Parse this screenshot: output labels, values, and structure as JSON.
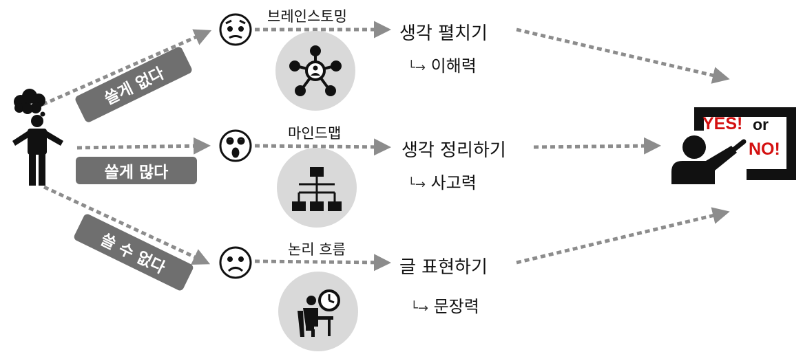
{
  "situations": [
    {
      "label": "쓸게 없다",
      "method": "브레인스토밍",
      "action": "생각 펼치기",
      "skill": "이해력",
      "face": "worried"
    },
    {
      "label": "쓸게 많다",
      "method": "마인드맵",
      "action": "생각 정리하기",
      "skill": "사고력",
      "face": "surprised"
    },
    {
      "label": "쓸 수 없다",
      "method": "논리 흐름",
      "action": "글 표현하기",
      "skill": "문장력",
      "face": "sad"
    }
  ],
  "skill_prefix": "└→",
  "result": {
    "yes": "YES!",
    "or": "or",
    "no": "NO!"
  },
  "colors": {
    "arrow": "#8c8c8c",
    "badge": "#6f6f6f",
    "icon_circle": "#d9d9d9",
    "accent": "#d41010"
  },
  "icons": [
    "person-thinking-icon",
    "thought-cloud-icon",
    "worried-face-icon",
    "surprised-face-icon",
    "sad-face-icon",
    "network-icon",
    "hierarchy-icon",
    "person-clock-icon",
    "presenter-board-icon"
  ]
}
